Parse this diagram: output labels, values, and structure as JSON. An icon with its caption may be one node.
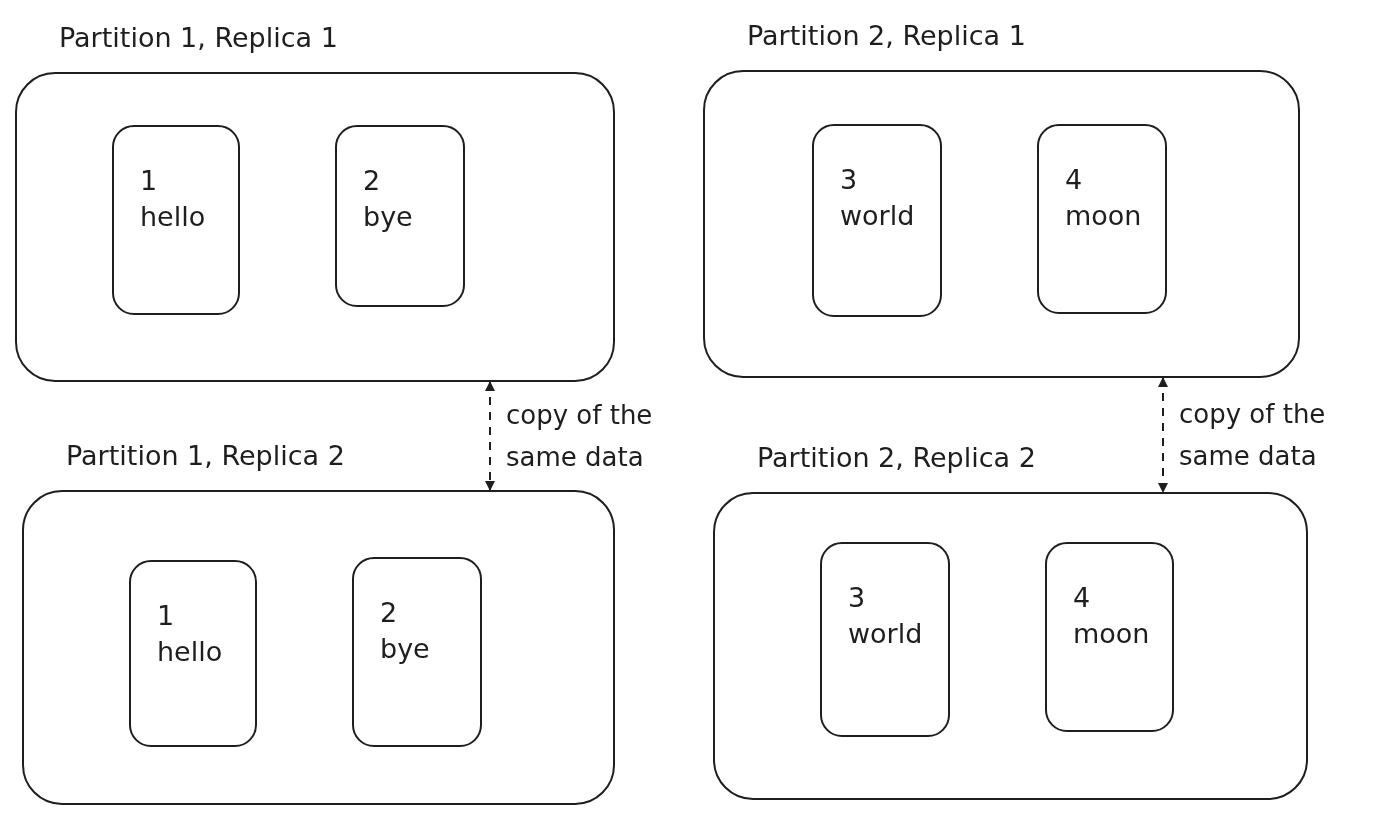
{
  "diagram": {
    "nodes": [
      {
        "text": [
          "Partition 1, Replica 1"
        ]
      },
      {
        "text": [
          "1",
          "hello"
        ],
        "in": 0
      },
      {
        "text": [
          "2",
          "bye"
        ],
        "in": 0
      },
      {
        "text": [
          "Partition 2, Replica 1"
        ]
      },
      {
        "text": [
          "3",
          "world"
        ],
        "in": 3
      },
      {
        "text": [
          "4",
          "moon"
        ],
        "in": 3
      },
      {
        "text": [
          "Partition 1, Replica 2"
        ]
      },
      {
        "text": [
          "1",
          "hello"
        ],
        "in": 6
      },
      {
        "text": [
          "2",
          "bye"
        ],
        "in": 6
      },
      {
        "text": [
          "Partition 2, Replica 2"
        ]
      },
      {
        "text": [
          "3",
          "world"
        ],
        "in": 9
      },
      {
        "text": [
          "4",
          "moon"
        ],
        "in": 9
      }
    ],
    "edges": [
      {
        "from": 0,
        "to": 6,
        "arrow": "both",
        "label": "copy of the same data",
        "style": "dashed"
      },
      {
        "from": 3,
        "to": 9,
        "arrow": "both",
        "label": "copy of the same data",
        "style": "dashed"
      }
    ]
  }
}
